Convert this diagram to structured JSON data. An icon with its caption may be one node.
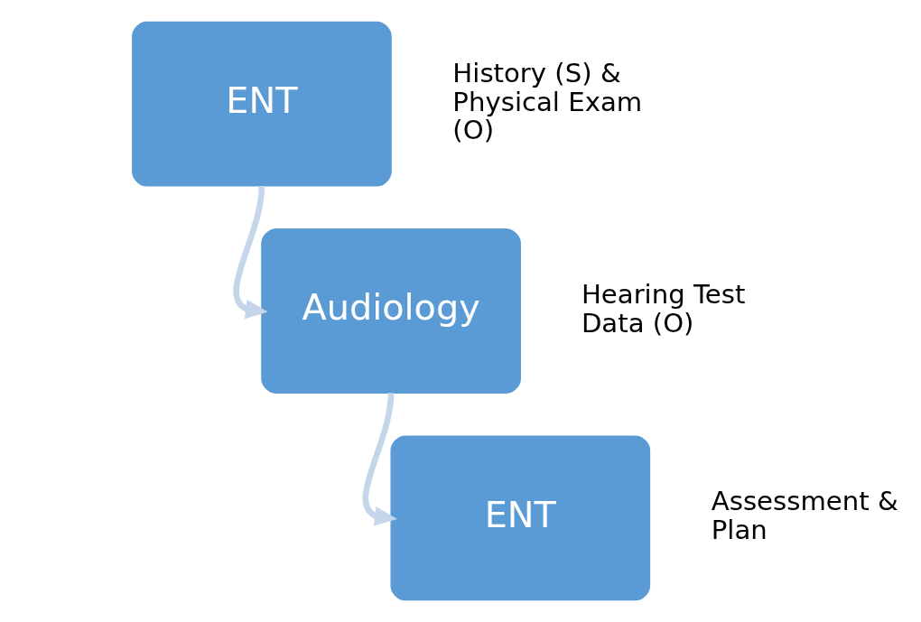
{
  "diagram": {
    "nodes": [
      {
        "text": [
          "ENT"
        ],
        "beside": [
          "History (S) & Physical Exam (O)"
        ]
      },
      {
        "text": [
          "Audiology"
        ],
        "beside": [
          "Hearing Test Data (O)"
        ]
      },
      {
        "text": [
          "ENT"
        ],
        "beside": [
          "Assessment & Plan"
        ]
      }
    ],
    "edges": [
      {
        "from": 0,
        "to": 1,
        "arrow": "to"
      },
      {
        "from": 1,
        "to": 2,
        "arrow": "to"
      }
    ]
  }
}
